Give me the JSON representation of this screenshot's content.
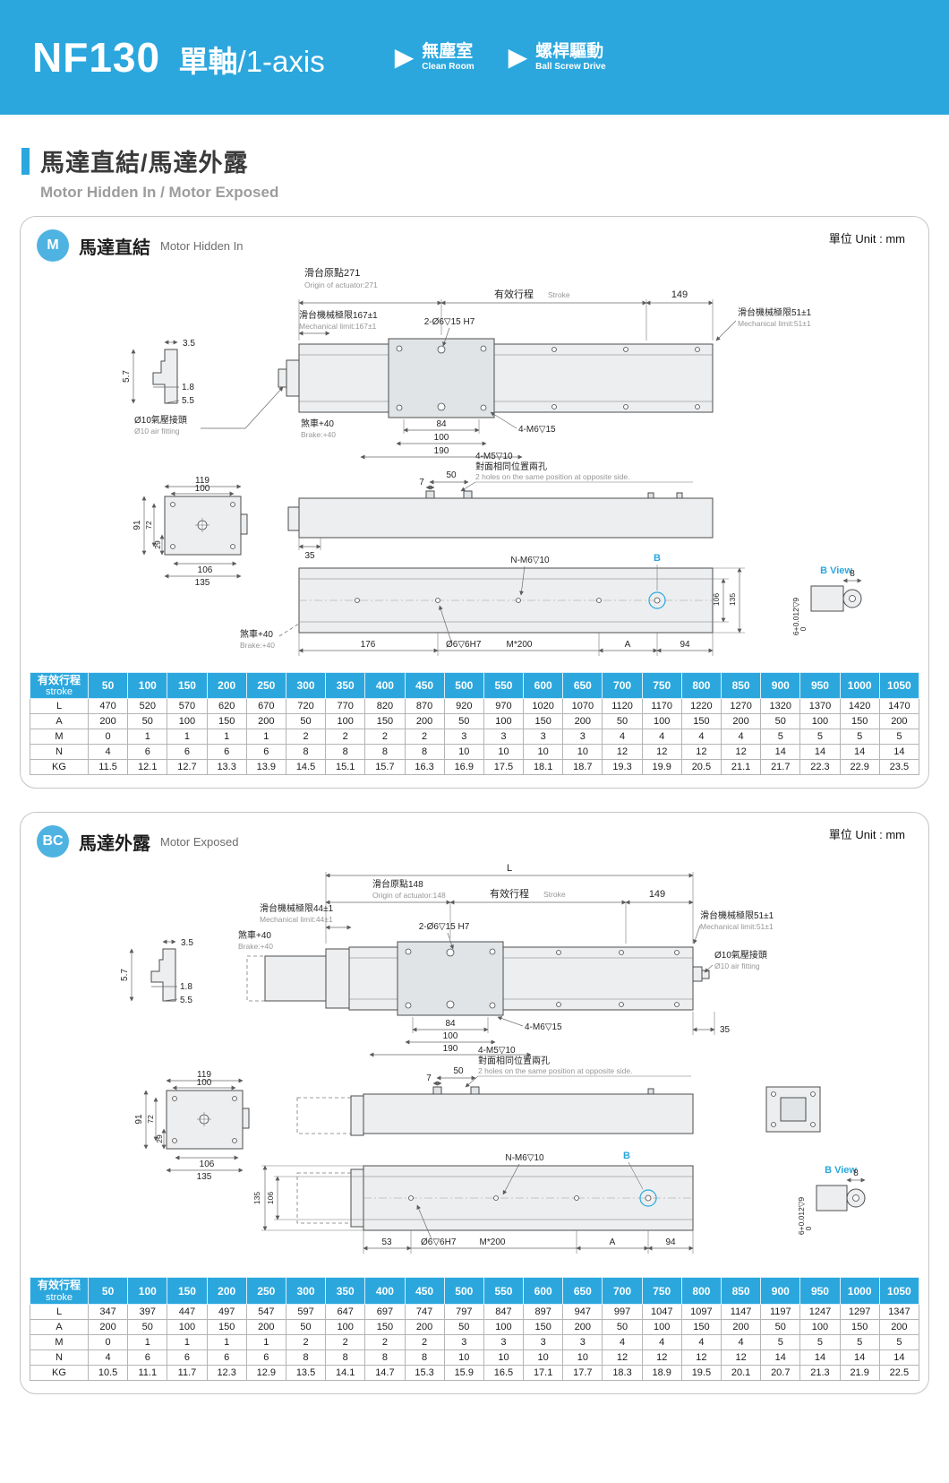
{
  "header": {
    "model": "NF130",
    "axis_cn": "單軸",
    "axis_en": "/1-axis",
    "badges": [
      {
        "cn": "無塵室",
        "en": "Clean Room"
      },
      {
        "cn": "螺桿驅動",
        "en": "Ball Screw Drive"
      }
    ]
  },
  "section": {
    "title_cn": "馬達直結/馬達外露",
    "title_en": "Motor Hidden In / Motor Exposed"
  },
  "panels": {
    "m": {
      "badge": "M",
      "title_cn": "馬達直結",
      "title_en": "Motor Hidden In",
      "unit": "單位 Unit : mm",
      "ann": {
        "origin_cn": "滑台原點271",
        "origin_en": "Origin of actuator:271",
        "stroke_cn": "有效行程",
        "stroke_en": "Stroke",
        "d149": "149",
        "mechL_cn": "滑台機械極限167±1",
        "mechL_en": "Mechanical limit:167±1",
        "holes_top": "2-Ø6▽15 H7",
        "mechR_cn": "滑台機械極限51±1",
        "mechR_en": "Mechanical limit:51±1",
        "d3_5": "3.5",
        "d5_7": "5.7",
        "d1_8": "1.8",
        "d5_5": "5.5",
        "air_cn": "Ø10氣壓接頭",
        "air_en": "Ø10 air fitting",
        "brake_cn": "煞車+40",
        "brake_en": "Brake:+40",
        "d84": "84",
        "d100": "100",
        "d190": "190",
        "m6": "4-M6▽15",
        "d119": "119",
        "d91": "91",
        "d72": "72",
        "d29": "29",
        "d106": "106",
        "d135": "135",
        "d7": "7",
        "d50": "50",
        "m5": "4-M5▽10",
        "m5_note": "對面相同位置兩孔",
        "m5_en": "2 holes on the same position at opposite side.",
        "d35": "35",
        "nm6": "N-M6▽10",
        "b": "B",
        "bview": "B View",
        "d176": "176",
        "ream": "Ø6▽6H7",
        "m200": "M*200",
        "a": "A",
        "d94": "94",
        "d8": "8",
        "tol": "6+0.012▽9",
        "tol0": "0"
      }
    },
    "bc": {
      "badge": "BC",
      "title_cn": "馬達外露",
      "title_en": "Motor Exposed",
      "unit": "單位 Unit : mm",
      "ann": {
        "L": "L",
        "origin_cn": "滑台原點148",
        "origin_en": "Origin of actuator:148",
        "stroke_cn": "有效行程",
        "stroke_en": "Stroke",
        "d149": "149",
        "mechL_cn": "滑台機械極限44±1",
        "mechL_en": "Mechanical limit:44±1",
        "holes_top": "2-Ø6▽15 H7",
        "mechR_cn": "滑台機械極限51±1",
        "mechR_en": "Mechanical limit:51±1",
        "d3_5": "3.5",
        "d5_7": "5.7",
        "d1_8": "1.8",
        "d5_5": "5.5",
        "air_cn": "Ø10氣壓接頭",
        "air_en": "Ø10 air fitting",
        "brake_cn": "煞車+40",
        "brake_en": "Brake:+40",
        "d84": "84",
        "d100": "100",
        "d190": "190",
        "m6": "4-M6▽15",
        "d35": "35",
        "d119": "119",
        "d91": "91",
        "d72": "72",
        "d29": "29",
        "d106": "106",
        "d135": "135",
        "d7": "7",
        "d50": "50",
        "m5": "4-M5▽10",
        "m5_note": "對面相同位置兩孔",
        "m5_en": "2 holes on the same position at opposite side.",
        "nm6": "N-M6▽10",
        "b": "B",
        "bview": "B View",
        "d53": "53",
        "ream": "Ø6▽6H7",
        "m200": "M*200",
        "a": "A",
        "d94": "94",
        "d8": "8",
        "tol": "6+0.012▽9",
        "tol0": "0"
      }
    }
  },
  "tables": {
    "m": {
      "header_cn": "有效行程",
      "header_en": "stroke",
      "strokes": [
        "50",
        "100",
        "150",
        "200",
        "250",
        "300",
        "350",
        "400",
        "450",
        "500",
        "550",
        "600",
        "650",
        "700",
        "750",
        "800",
        "850",
        "900",
        "950",
        "1000",
        "1050"
      ],
      "rows": [
        {
          "label": "L",
          "values": [
            "470",
            "520",
            "570",
            "620",
            "670",
            "720",
            "770",
            "820",
            "870",
            "920",
            "970",
            "1020",
            "1070",
            "1120",
            "1170",
            "1220",
            "1270",
            "1320",
            "1370",
            "1420",
            "1470"
          ]
        },
        {
          "label": "A",
          "values": [
            "200",
            "50",
            "100",
            "150",
            "200",
            "50",
            "100",
            "150",
            "200",
            "50",
            "100",
            "150",
            "200",
            "50",
            "100",
            "150",
            "200",
            "50",
            "100",
            "150",
            "200"
          ]
        },
        {
          "label": "M",
          "values": [
            "0",
            "1",
            "1",
            "1",
            "1",
            "2",
            "2",
            "2",
            "2",
            "3",
            "3",
            "3",
            "3",
            "4",
            "4",
            "4",
            "4",
            "5",
            "5",
            "5",
            "5"
          ]
        },
        {
          "label": "N",
          "values": [
            "4",
            "6",
            "6",
            "6",
            "6",
            "8",
            "8",
            "8",
            "8",
            "10",
            "10",
            "10",
            "10",
            "12",
            "12",
            "12",
            "12",
            "14",
            "14",
            "14",
            "14"
          ]
        },
        {
          "label": "KG",
          "values": [
            "11.5",
            "12.1",
            "12.7",
            "13.3",
            "13.9",
            "14.5",
            "15.1",
            "15.7",
            "16.3",
            "16.9",
            "17.5",
            "18.1",
            "18.7",
            "19.3",
            "19.9",
            "20.5",
            "21.1",
            "21.7",
            "22.3",
            "22.9",
            "23.5"
          ]
        }
      ]
    },
    "bc": {
      "header_cn": "有效行程",
      "header_en": "stroke",
      "strokes": [
        "50",
        "100",
        "150",
        "200",
        "250",
        "300",
        "350",
        "400",
        "450",
        "500",
        "550",
        "600",
        "650",
        "700",
        "750",
        "800",
        "850",
        "900",
        "950",
        "1000",
        "1050"
      ],
      "rows": [
        {
          "label": "L",
          "values": [
            "347",
            "397",
            "447",
            "497",
            "547",
            "597",
            "647",
            "697",
            "747",
            "797",
            "847",
            "897",
            "947",
            "997",
            "1047",
            "1097",
            "1147",
            "1197",
            "1247",
            "1297",
            "1347"
          ]
        },
        {
          "label": "A",
          "values": [
            "200",
            "50",
            "100",
            "150",
            "200",
            "50",
            "100",
            "150",
            "200",
            "50",
            "100",
            "150",
            "200",
            "50",
            "100",
            "150",
            "200",
            "50",
            "100",
            "150",
            "200"
          ]
        },
        {
          "label": "M",
          "values": [
            "0",
            "1",
            "1",
            "1",
            "1",
            "2",
            "2",
            "2",
            "2",
            "3",
            "3",
            "3",
            "3",
            "4",
            "4",
            "4",
            "4",
            "5",
            "5",
            "5",
            "5"
          ]
        },
        {
          "label": "N",
          "values": [
            "4",
            "6",
            "6",
            "6",
            "6",
            "8",
            "8",
            "8",
            "8",
            "10",
            "10",
            "10",
            "10",
            "12",
            "12",
            "12",
            "12",
            "14",
            "14",
            "14",
            "14"
          ]
        },
        {
          "label": "KG",
          "values": [
            "10.5",
            "11.1",
            "11.7",
            "12.3",
            "12.9",
            "13.5",
            "14.1",
            "14.7",
            "15.3",
            "15.9",
            "16.5",
            "17.1",
            "17.7",
            "18.3",
            "18.9",
            "19.5",
            "20.1",
            "20.7",
            "21.3",
            "21.9",
            "22.5"
          ]
        }
      ]
    }
  }
}
